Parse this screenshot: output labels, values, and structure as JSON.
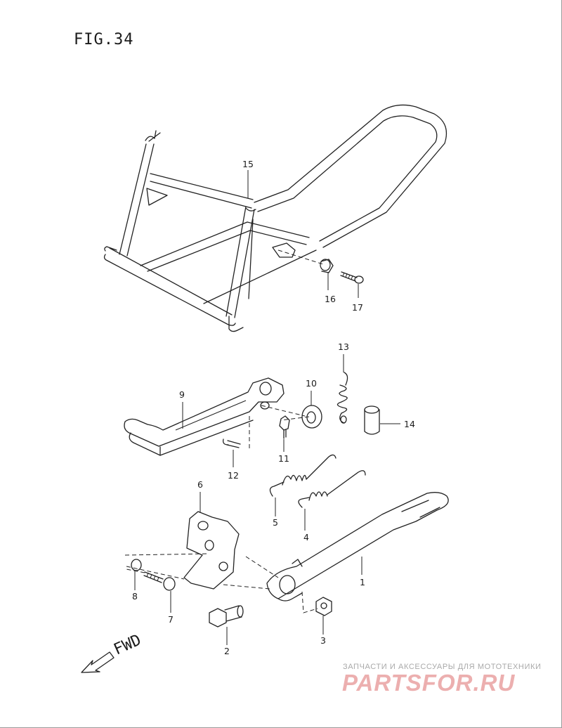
{
  "figure": {
    "title": "FIG.34"
  },
  "direction_label": "FWD",
  "parts": [
    {
      "no": "1"
    },
    {
      "no": "2"
    },
    {
      "no": "3"
    },
    {
      "no": "4"
    },
    {
      "no": "5"
    },
    {
      "no": "6"
    },
    {
      "no": "7"
    },
    {
      "no": "8"
    },
    {
      "no": "9"
    },
    {
      "no": "10"
    },
    {
      "no": "11"
    },
    {
      "no": "12"
    },
    {
      "no": "13"
    },
    {
      "no": "14"
    },
    {
      "no": "15"
    },
    {
      "no": "16"
    },
    {
      "no": "17"
    }
  ],
  "watermark": {
    "tagline": "ЗАПЧАСТИ И АКСЕССУАРЫ ДЛЯ МОТОТЕХНИКИ",
    "logo": "PARTSFOR.RU"
  },
  "colors": {
    "line": "#222222",
    "watermark_logo": "#e9a2a2",
    "watermark_text": "#a9a9a9"
  }
}
